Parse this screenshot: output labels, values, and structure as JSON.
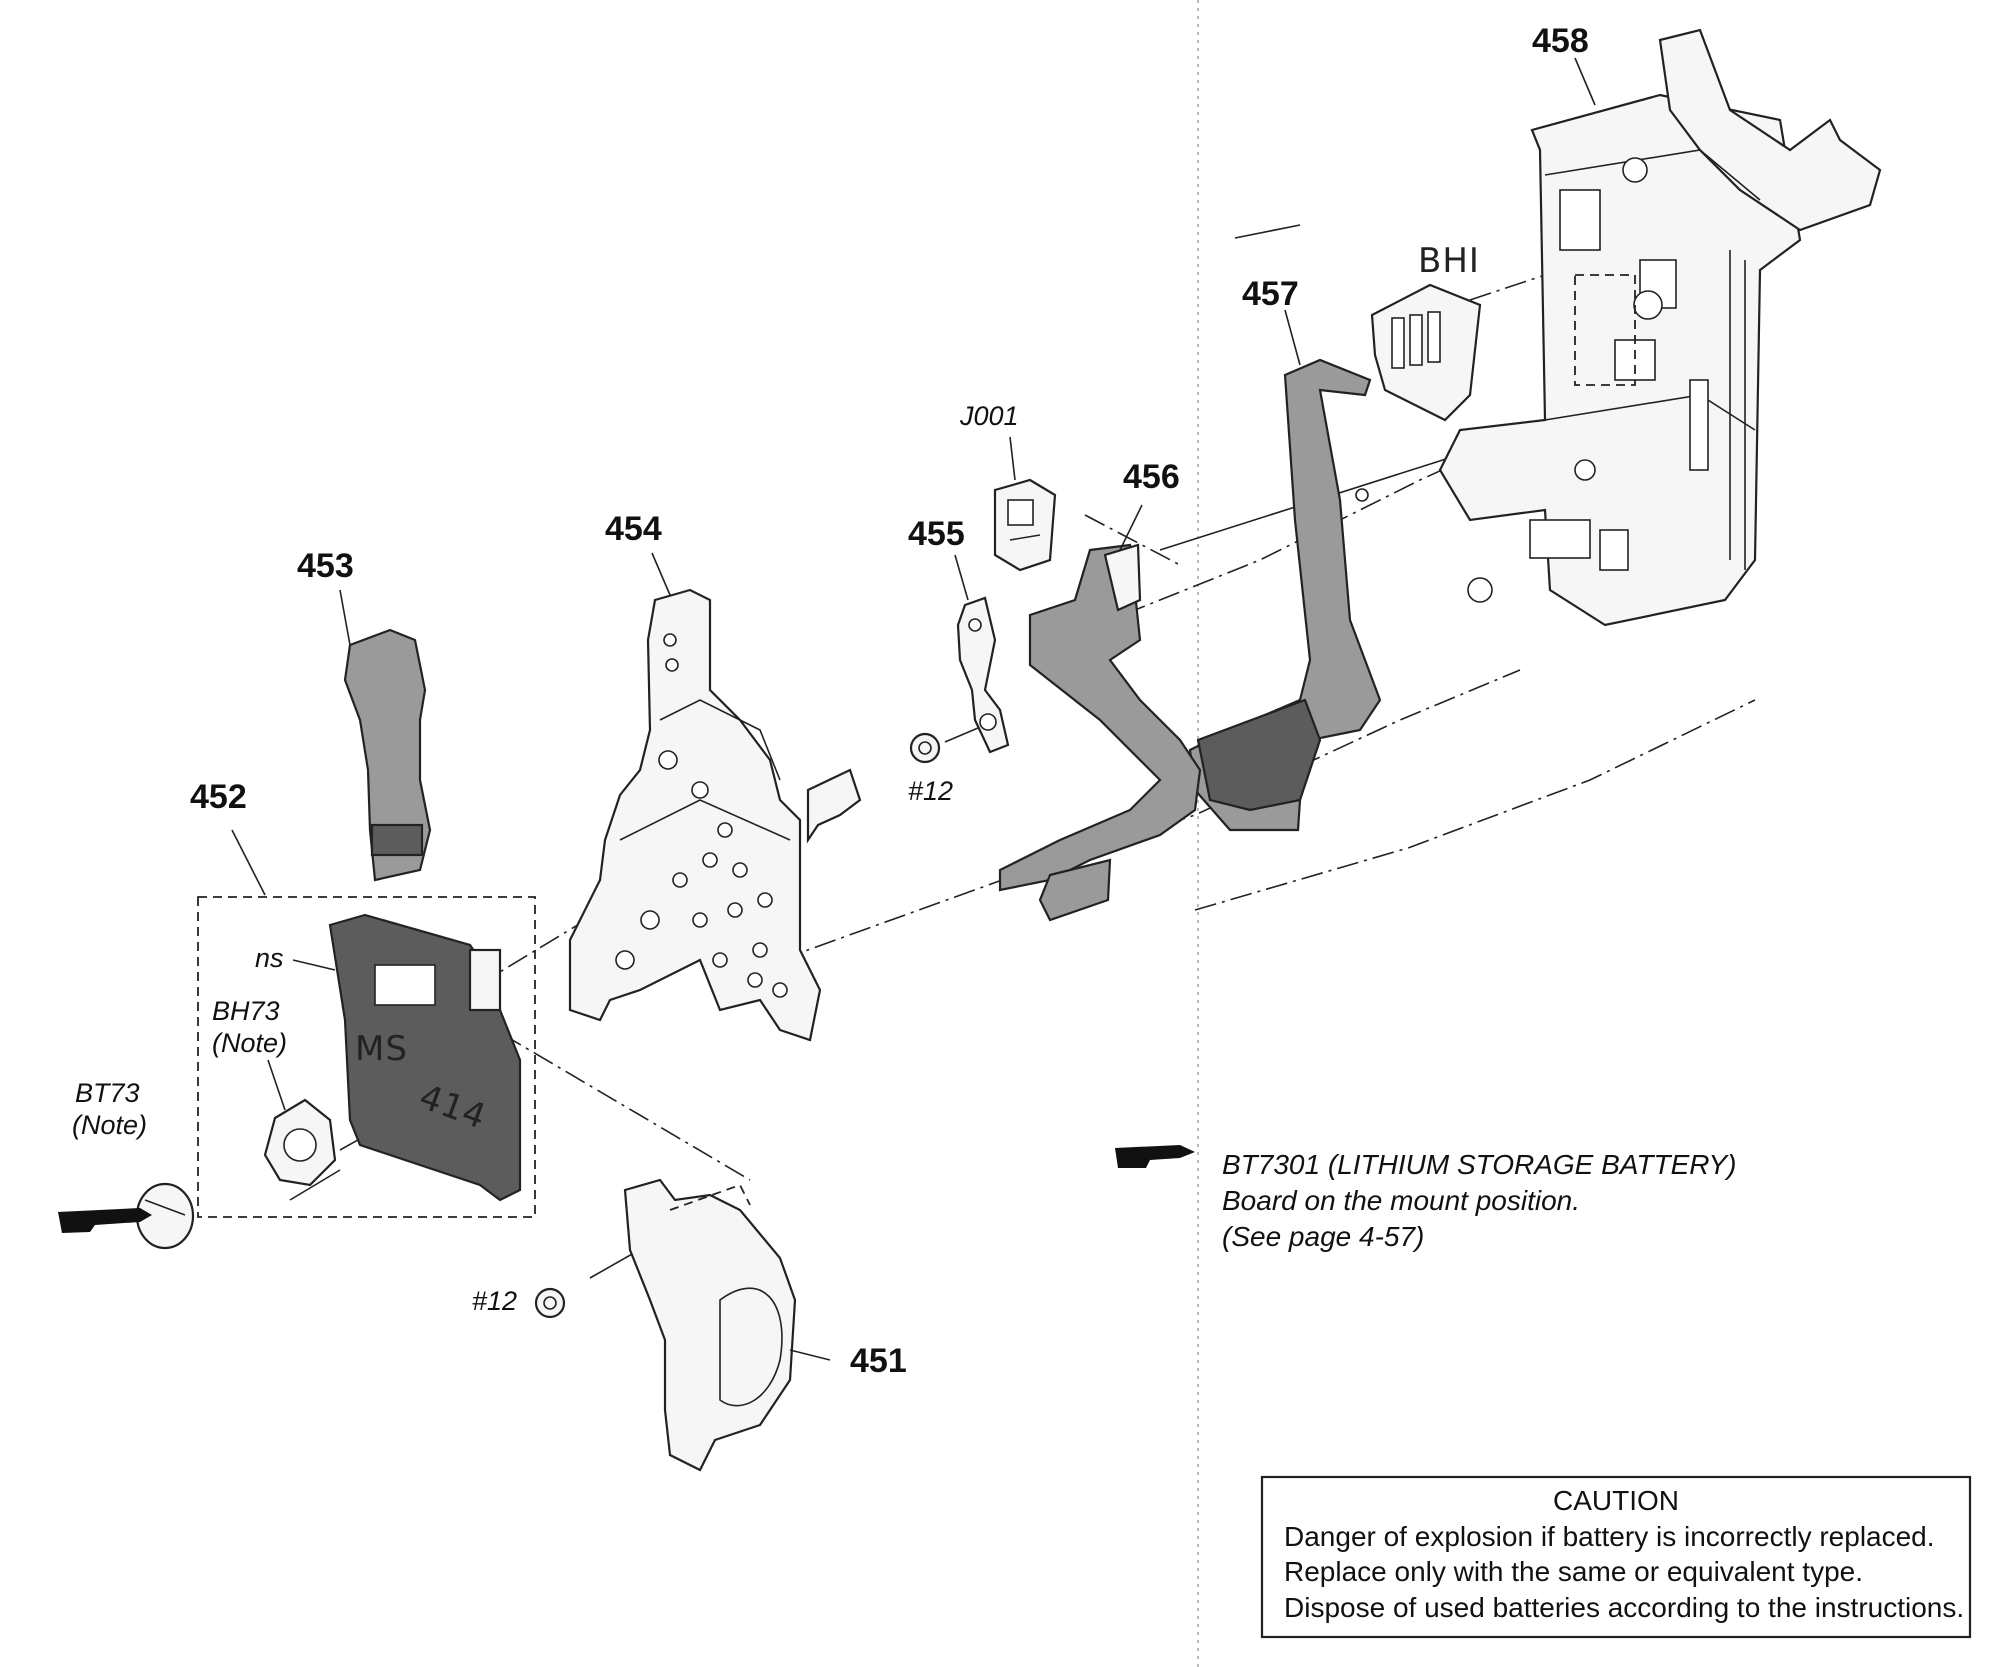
{
  "part_labels": {
    "p451": "451",
    "p452": "452",
    "p453": "453",
    "p454": "454",
    "p455": "455",
    "p456": "456",
    "p457": "457",
    "p458": "458"
  },
  "ref_labels": {
    "screw_a": "#12",
    "screw_b": "#12",
    "connector": "J001",
    "ns": "ns",
    "bh73_line1": "BH73",
    "bh73_line2": "(Note)",
    "bt73_line1": "BT73",
    "bt73_line2": "(Note)",
    "bh1": "BHI",
    "board_marking_1": "MS",
    "board_marking_2": "414"
  },
  "battery_note": {
    "line1": "BT7301 (LITHIUM STORAGE BATTERY)",
    "line2": "Board on the mount position.",
    "line3": "(See page 4-57)"
  },
  "caution": {
    "title": "CAUTION",
    "line1": "Danger of explosion if battery is incorrectly replaced.",
    "line2": "Replace only with the same or equivalent type.",
    "line3": "Dispose of used batteries according to the instructions."
  },
  "icons": {
    "pointer_hand_left": "pointing-hand-icon",
    "pointer_hand_note": "pointing-hand-icon"
  }
}
